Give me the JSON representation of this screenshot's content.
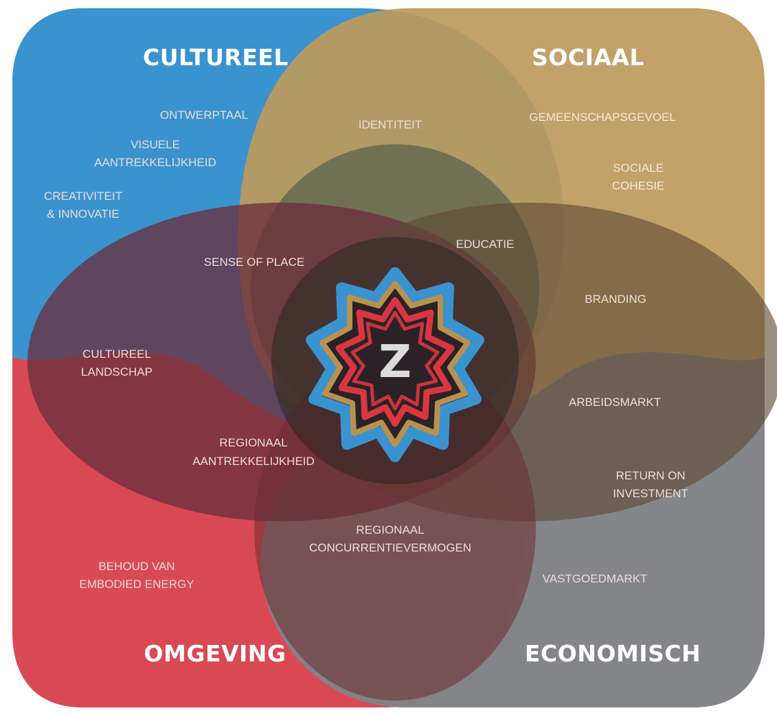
{
  "colors": {
    "cultureel": "#3a93cf",
    "sociaal": "#bd9a5c",
    "omgeving": "#d8434d",
    "economisch": "#828387"
  },
  "icons": {
    "center_logo": "fortress-star-z-logo"
  },
  "titles": {
    "cultureel": "CULTUREEL",
    "sociaal": "SOCIAAL",
    "omgeving": "OMGEVING",
    "economisch": "ECONOMISCH"
  },
  "logo": {
    "letter": "Z"
  },
  "labels": {
    "ontwerptaal": "ONTWERPTAAL",
    "visuele_1": "VISUELE",
    "visuele_2": "AANTREKKELIJKHEID",
    "creativiteit_1": "CREATIVITEIT",
    "creativiteit_2": "& INNOVATIE",
    "identiteit": "IDENTITEIT",
    "gemeenschapsgevoel": "GEMEENSCHAPSGEVOEL",
    "sociale_1": "SOCIALE",
    "sociale_2": "COHESIE",
    "educatie": "EDUCATIE",
    "sense_of_place": "SENSE OF PLACE",
    "branding": "BRANDING",
    "cultureel_landschap_1": "CULTUREEL",
    "cultureel_landschap_2": "LANDSCHAP",
    "arbeidsmarkt": "ARBEIDSMARKT",
    "regionaal_aantr_1": "REGIONAAL",
    "regionaal_aantr_2": "AANTREKKELIJKHEID",
    "return_1": "RETURN ON",
    "return_2": "INVESTMENT",
    "regionaal_conc_1": "REGIONAAL",
    "regionaal_conc_2": "CONCURRENTIEVERMOGEN",
    "behoud_1": "BEHOUD VAN",
    "behoud_2": "EMBODIED ENERGY",
    "vastgoedmarkt": "VASTGOEDMARKT"
  }
}
